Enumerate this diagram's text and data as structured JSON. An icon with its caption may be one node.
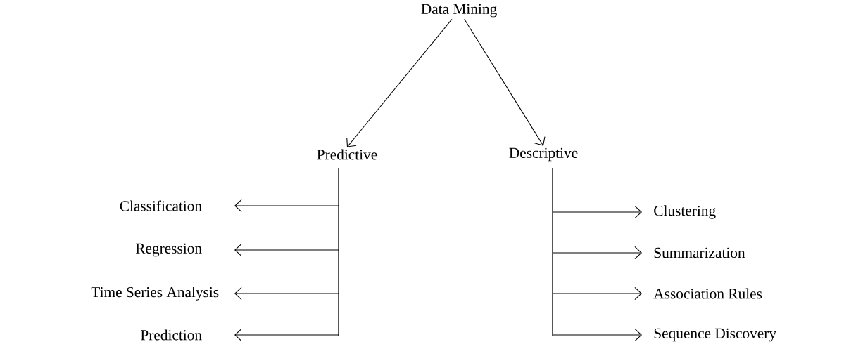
{
  "diagram": {
    "nodes": [
      {
        "text": [
          "Data Mining"
        ]
      },
      {
        "text": [
          "Predictive"
        ]
      },
      {
        "text": [
          "Descriptive"
        ]
      },
      {
        "text": [
          "Classification"
        ]
      },
      {
        "text": [
          "Regression"
        ]
      },
      {
        "text": [
          "Time Series Analysis"
        ]
      },
      {
        "text": [
          "Prediction"
        ]
      },
      {
        "text": [
          "Clustering"
        ]
      },
      {
        "text": [
          "Summarization"
        ]
      },
      {
        "text": [
          "Association Rules"
        ]
      },
      {
        "text": [
          "Sequence Discovery"
        ]
      },
      {
        "text": [],
        "shape": "bar"
      },
      {
        "text": [],
        "shape": "bar"
      }
    ],
    "edges": [
      {
        "from": 0,
        "to": 1,
        "arrow": "to"
      },
      {
        "from": 0,
        "to": 2,
        "arrow": "to"
      },
      {
        "from": 11,
        "to": 3,
        "arrow": "to"
      },
      {
        "from": 11,
        "to": 4,
        "arrow": "to"
      },
      {
        "from": 11,
        "to": 5,
        "arrow": "to"
      },
      {
        "from": 11,
        "to": 6,
        "arrow": "to"
      },
      {
        "from": 12,
        "to": 7,
        "arrow": "to"
      },
      {
        "from": 12,
        "to": 8,
        "arrow": "to"
      },
      {
        "from": 12,
        "to": 9,
        "arrow": "to"
      },
      {
        "from": 12,
        "to": 10,
        "arrow": "to"
      }
    ]
  }
}
